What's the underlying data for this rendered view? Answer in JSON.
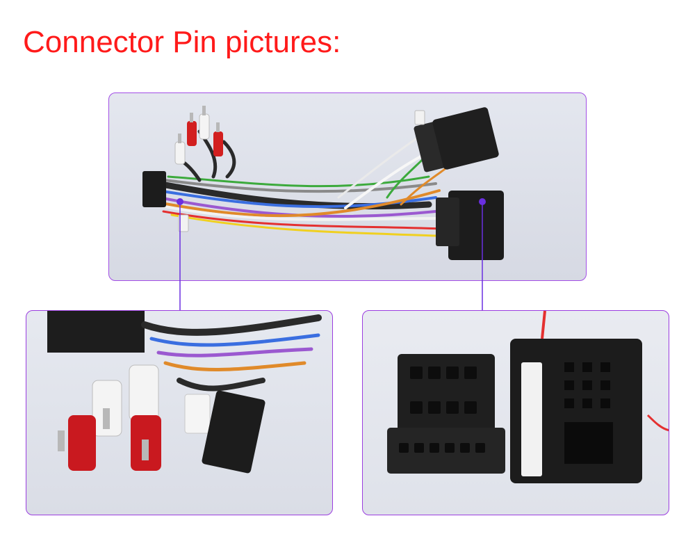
{
  "page": {
    "title": "Connector Pin pictures:",
    "title_color": "#ff1a1a",
    "accent_color": "#9b3de0",
    "callout_dot_color": "#6a2fe0"
  },
  "panels": {
    "top": {
      "icon": "wiring-harness-photo"
    },
    "left": {
      "icon": "rca-and-plug-closeup-photo"
    },
    "right": {
      "icon": "car-connector-closeup-photo"
    }
  }
}
